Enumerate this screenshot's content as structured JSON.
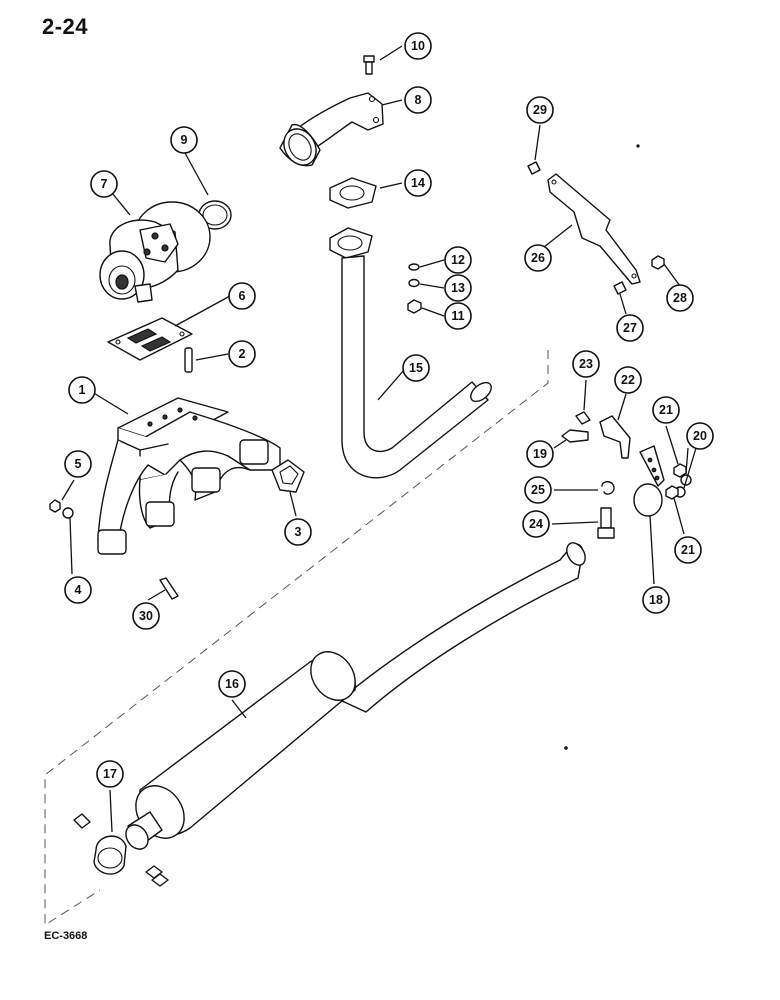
{
  "page": {
    "number": "2-24",
    "figure_code": "EC-3668"
  },
  "callouts": [
    {
      "id": "c1",
      "label": "1"
    },
    {
      "id": "c2",
      "label": "2"
    },
    {
      "id": "c3",
      "label": "3"
    },
    {
      "id": "c4",
      "label": "4"
    },
    {
      "id": "c5",
      "label": "5"
    },
    {
      "id": "c6",
      "label": "6"
    },
    {
      "id": "c7",
      "label": "7"
    },
    {
      "id": "c8",
      "label": "8"
    },
    {
      "id": "c9",
      "label": "9"
    },
    {
      "id": "c10",
      "label": "10"
    },
    {
      "id": "c11",
      "label": "11"
    },
    {
      "id": "c12",
      "label": "12"
    },
    {
      "id": "c13",
      "label": "13"
    },
    {
      "id": "c14",
      "label": "14"
    },
    {
      "id": "c15",
      "label": "15"
    },
    {
      "id": "c16",
      "label": "16"
    },
    {
      "id": "c17",
      "label": "17"
    },
    {
      "id": "c18",
      "label": "18"
    },
    {
      "id": "c19",
      "label": "19"
    },
    {
      "id": "c20",
      "label": "20"
    },
    {
      "id": "c21a",
      "label": "21"
    },
    {
      "id": "c21b",
      "label": "21"
    },
    {
      "id": "c22",
      "label": "22"
    },
    {
      "id": "c23",
      "label": "23"
    },
    {
      "id": "c24",
      "label": "24"
    },
    {
      "id": "c25",
      "label": "25"
    },
    {
      "id": "c26",
      "label": "26"
    },
    {
      "id": "c27",
      "label": "27"
    },
    {
      "id": "c28",
      "label": "28"
    },
    {
      "id": "c29",
      "label": "29"
    },
    {
      "id": "c30",
      "label": "30"
    }
  ]
}
